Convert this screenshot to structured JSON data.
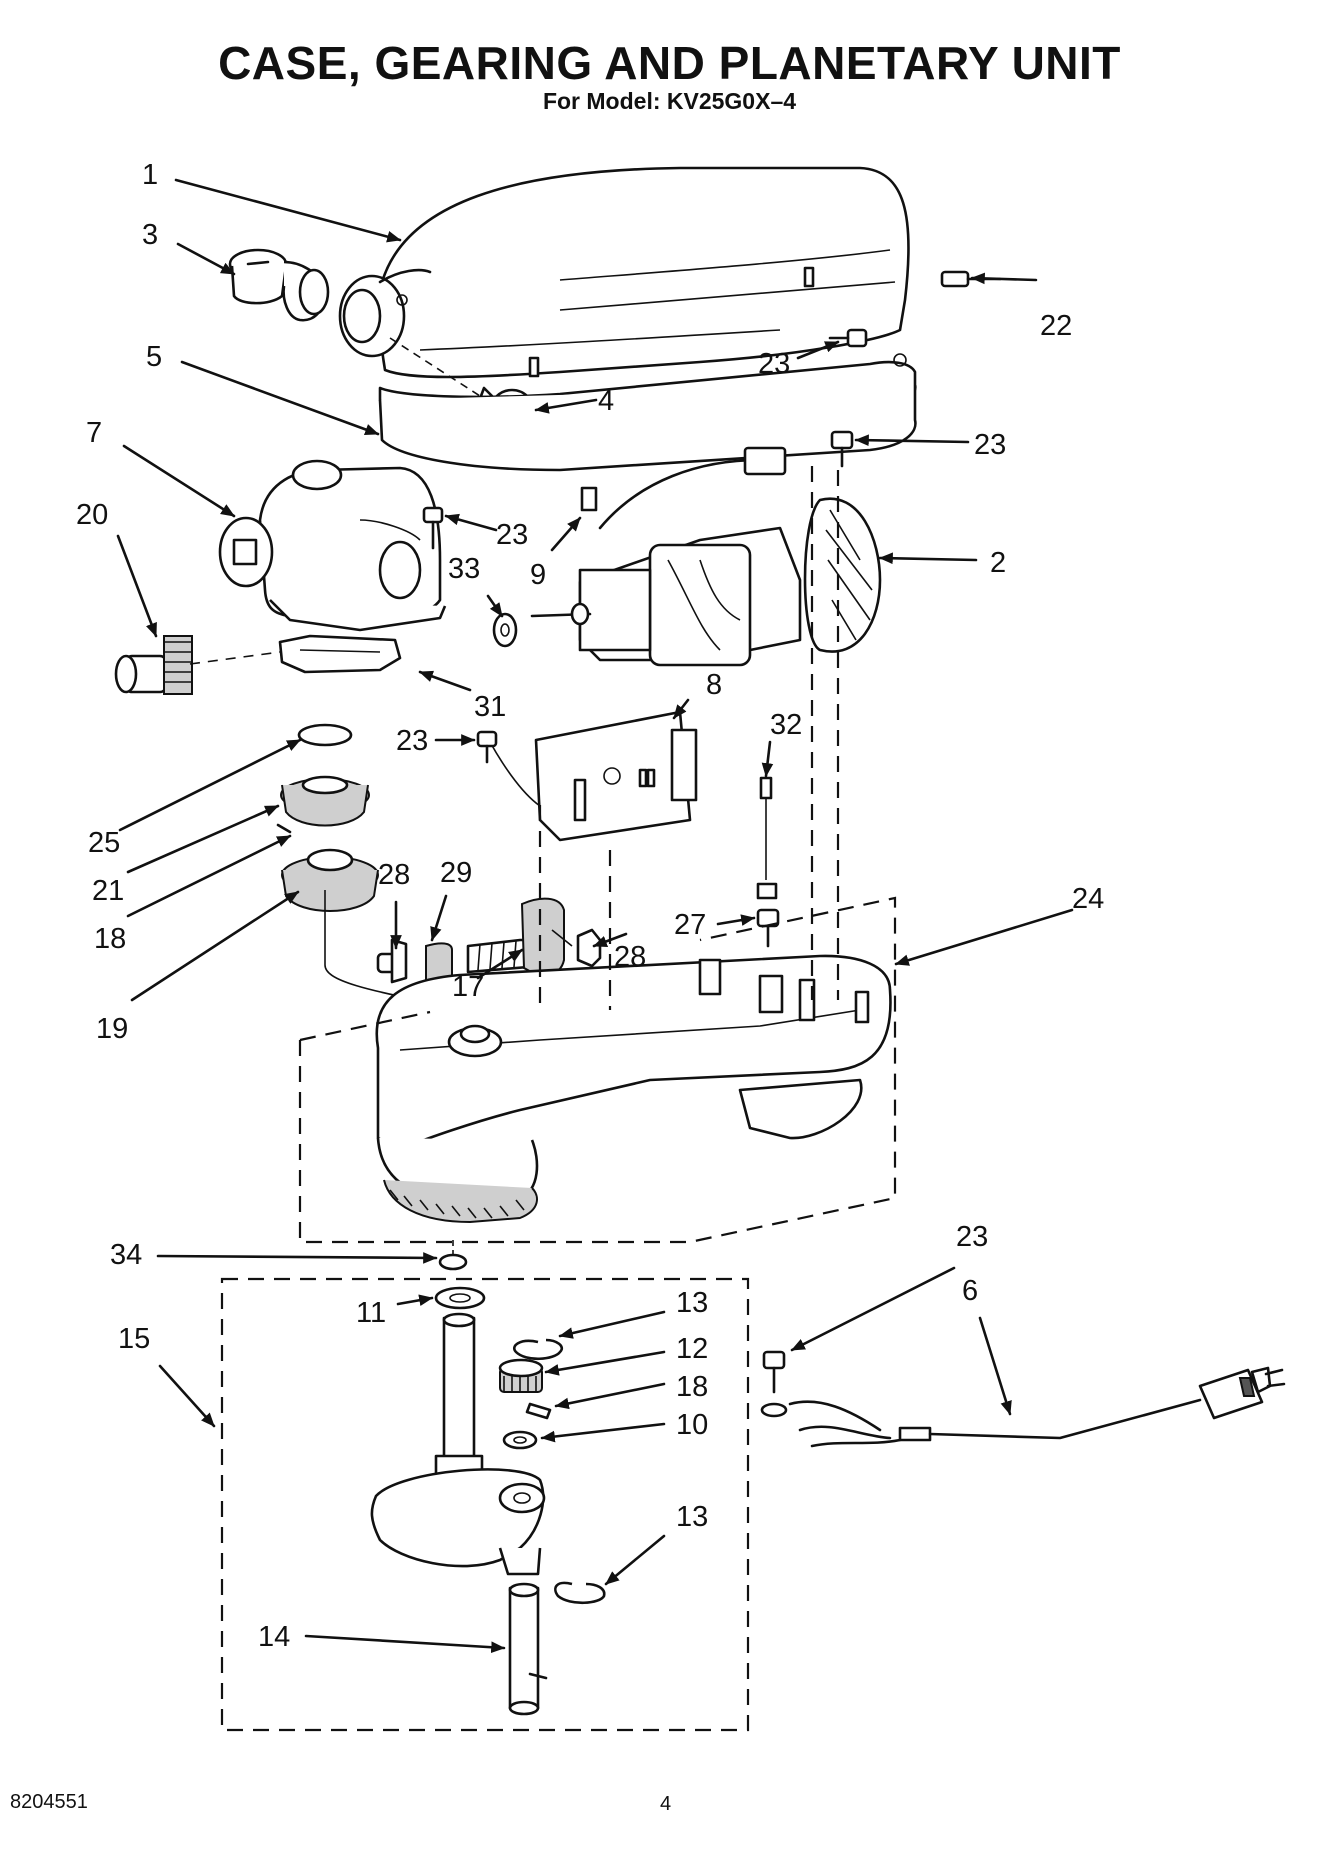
{
  "title": "CASE, GEARING AND PLANETARY UNIT",
  "subtitle": "For Model: KV25G0X–4",
  "footer": {
    "document_number": "8204551",
    "page_number": "4"
  },
  "callouts": [
    {
      "id": "c1",
      "label": "1"
    },
    {
      "id": "c3",
      "label": "3"
    },
    {
      "id": "c5",
      "label": "5"
    },
    {
      "id": "c22",
      "label": "22"
    },
    {
      "id": "c23a",
      "label": "23"
    },
    {
      "id": "c4",
      "label": "4"
    },
    {
      "id": "c7",
      "label": "7"
    },
    {
      "id": "c23b",
      "label": "23"
    },
    {
      "id": "c20",
      "label": "20"
    },
    {
      "id": "c23c",
      "label": "23"
    },
    {
      "id": "c9",
      "label": "9"
    },
    {
      "id": "c2",
      "label": "2"
    },
    {
      "id": "c33",
      "label": "33"
    },
    {
      "id": "c31",
      "label": "31"
    },
    {
      "id": "c8",
      "label": "8"
    },
    {
      "id": "c32",
      "label": "32"
    },
    {
      "id": "c23d",
      "label": "23"
    },
    {
      "id": "c25",
      "label": "25"
    },
    {
      "id": "c21",
      "label": "21"
    },
    {
      "id": "c18a",
      "label": "18"
    },
    {
      "id": "c28a",
      "label": "28"
    },
    {
      "id": "c29",
      "label": "29"
    },
    {
      "id": "c24",
      "label": "24"
    },
    {
      "id": "c27",
      "label": "27"
    },
    {
      "id": "c28b",
      "label": "28"
    },
    {
      "id": "c17",
      "label": "17"
    },
    {
      "id": "c19",
      "label": "19"
    },
    {
      "id": "c34",
      "label": "34"
    },
    {
      "id": "c23e",
      "label": "23"
    },
    {
      "id": "c11",
      "label": "11"
    },
    {
      "id": "c13a",
      "label": "13"
    },
    {
      "id": "c6",
      "label": "6"
    },
    {
      "id": "c15",
      "label": "15"
    },
    {
      "id": "c12",
      "label": "12"
    },
    {
      "id": "c18b",
      "label": "18"
    },
    {
      "id": "c10",
      "label": "10"
    },
    {
      "id": "c13b",
      "label": "13"
    },
    {
      "id": "c14",
      "label": "14"
    }
  ]
}
